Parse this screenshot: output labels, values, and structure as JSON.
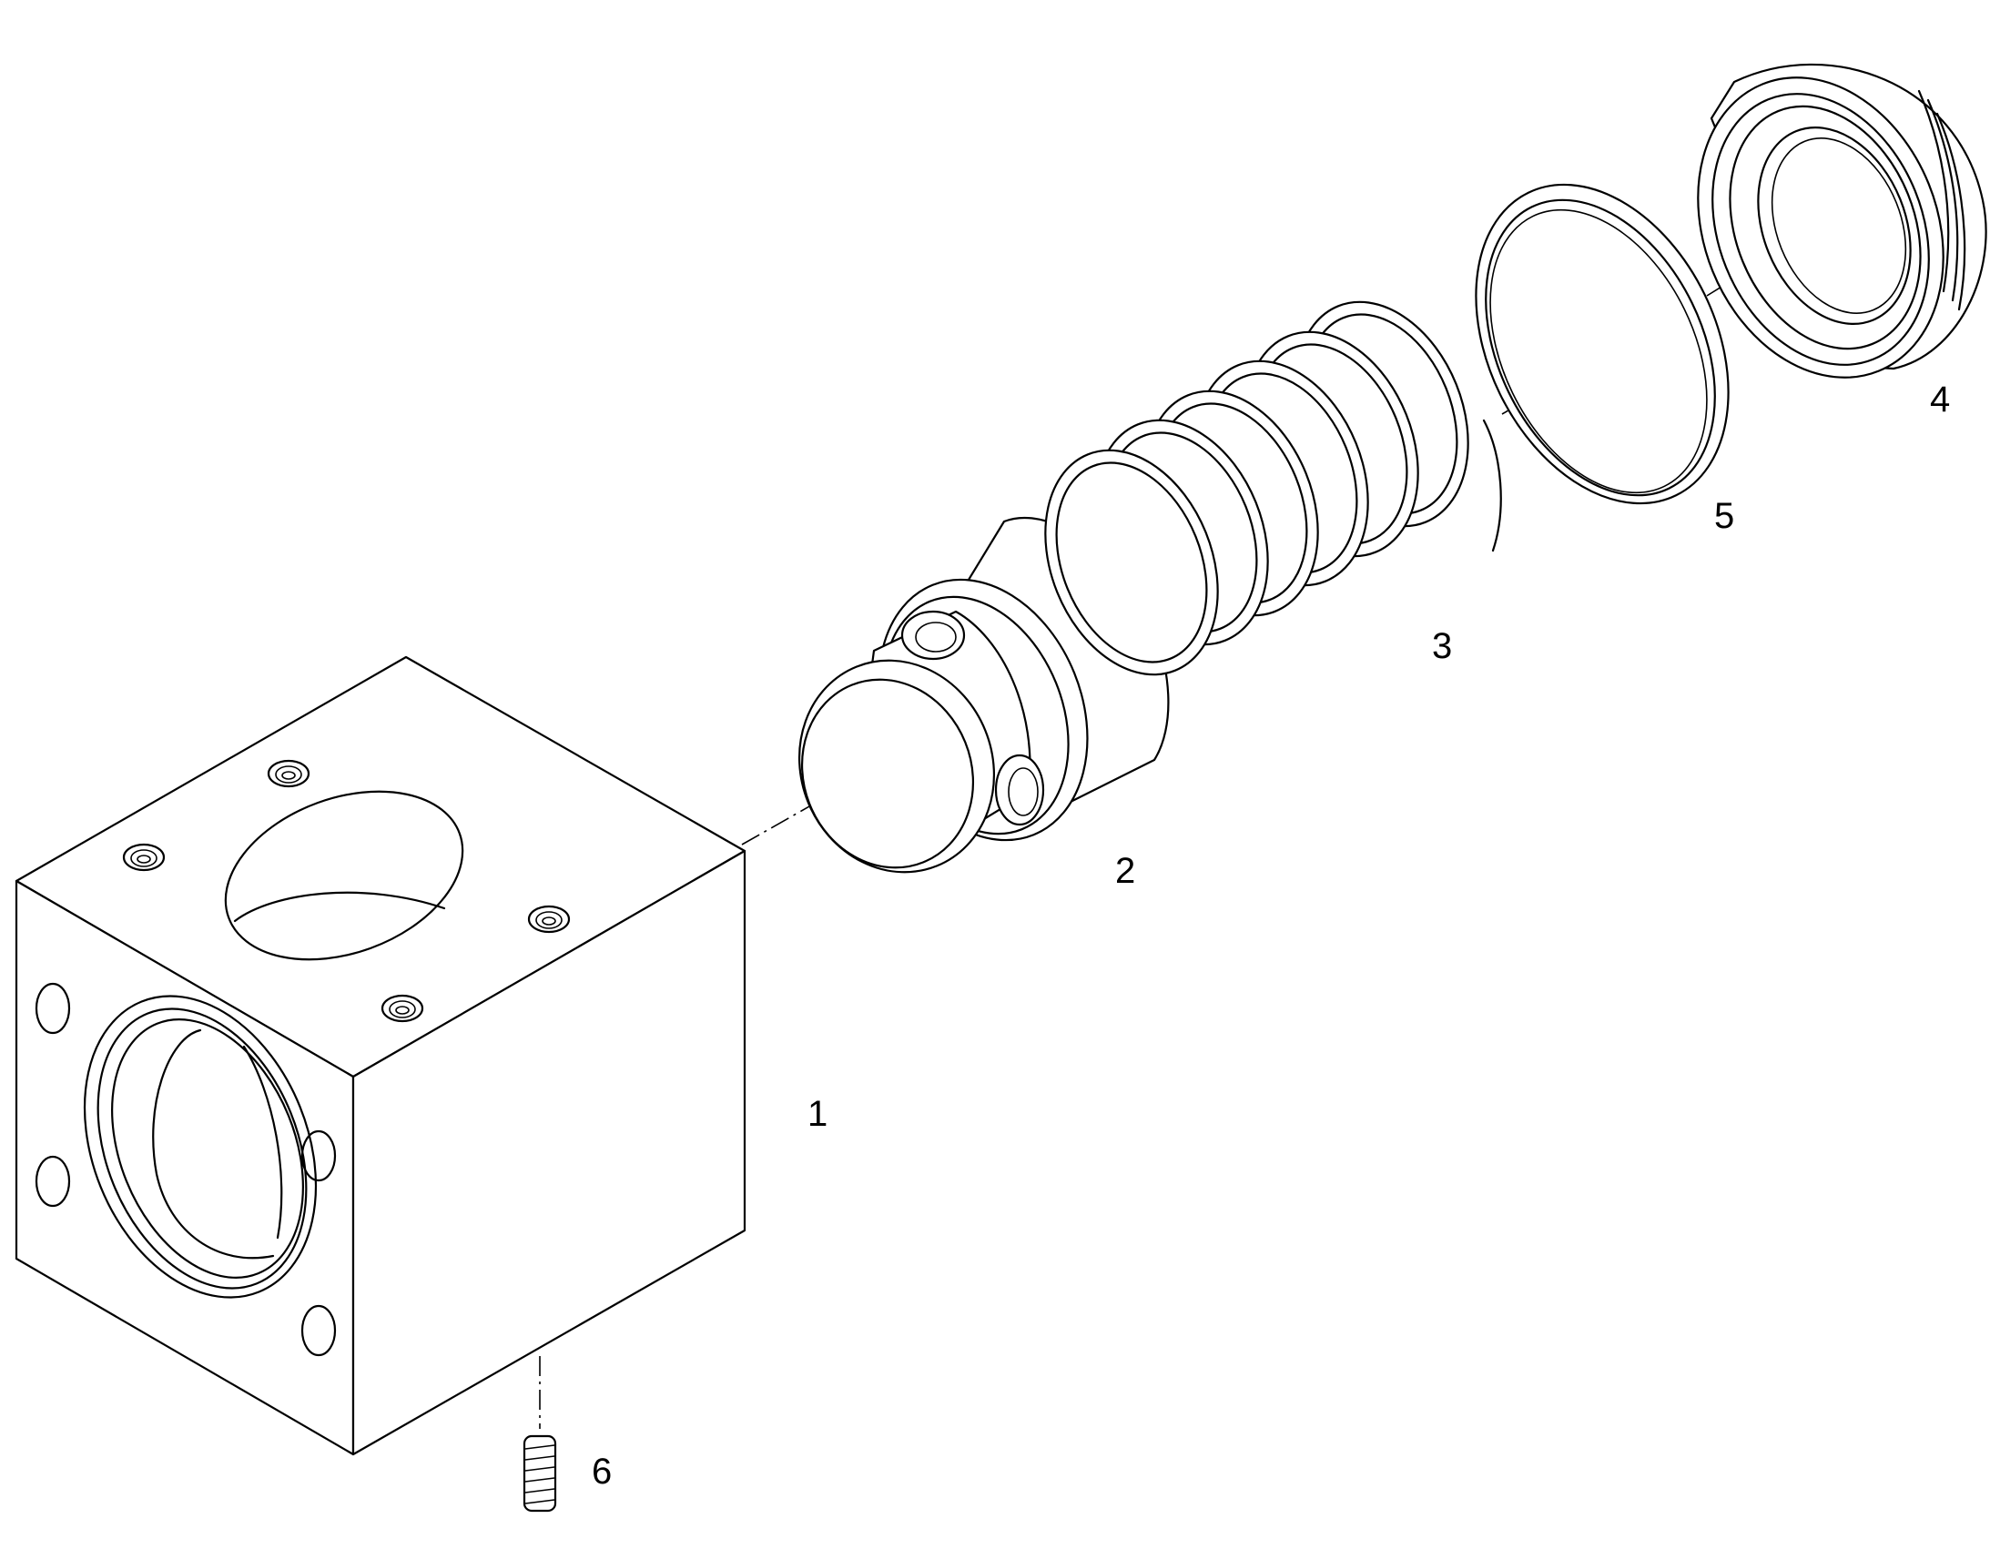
{
  "callouts": [
    {
      "id": "part-1",
      "text": "1"
    },
    {
      "id": "part-2",
      "text": "2"
    },
    {
      "id": "part-3",
      "text": "3"
    },
    {
      "id": "part-4",
      "text": "4"
    },
    {
      "id": "part-5",
      "text": "5"
    },
    {
      "id": "part-6",
      "text": "6"
    }
  ]
}
